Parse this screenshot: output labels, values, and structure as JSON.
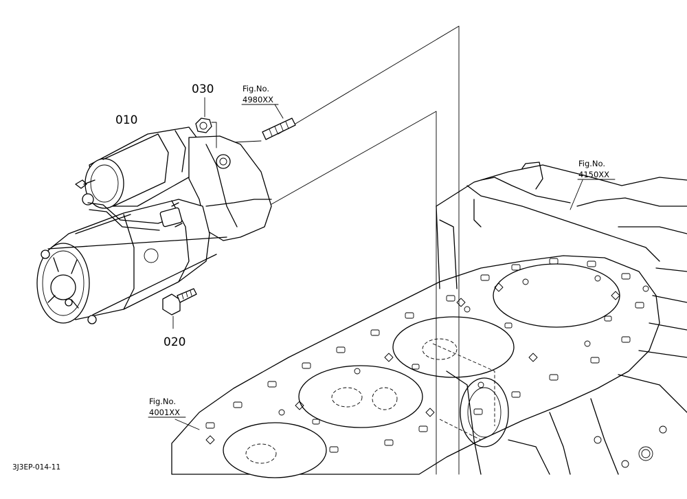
{
  "parts": [
    {
      "id": "p010",
      "label": "010"
    },
    {
      "id": "p020",
      "label": "020"
    },
    {
      "id": "p030",
      "label": "030"
    }
  ],
  "figure_refs": [
    {
      "id": "f4980",
      "title": "Fig.No.",
      "number": "4980XX"
    },
    {
      "id": "f4150",
      "title": "Fig.No.",
      "number": "4150XX"
    },
    {
      "id": "f4001",
      "title": "Fig.No.",
      "number": "4001XX"
    }
  ],
  "drawing_code": "3J3EP-014-11"
}
